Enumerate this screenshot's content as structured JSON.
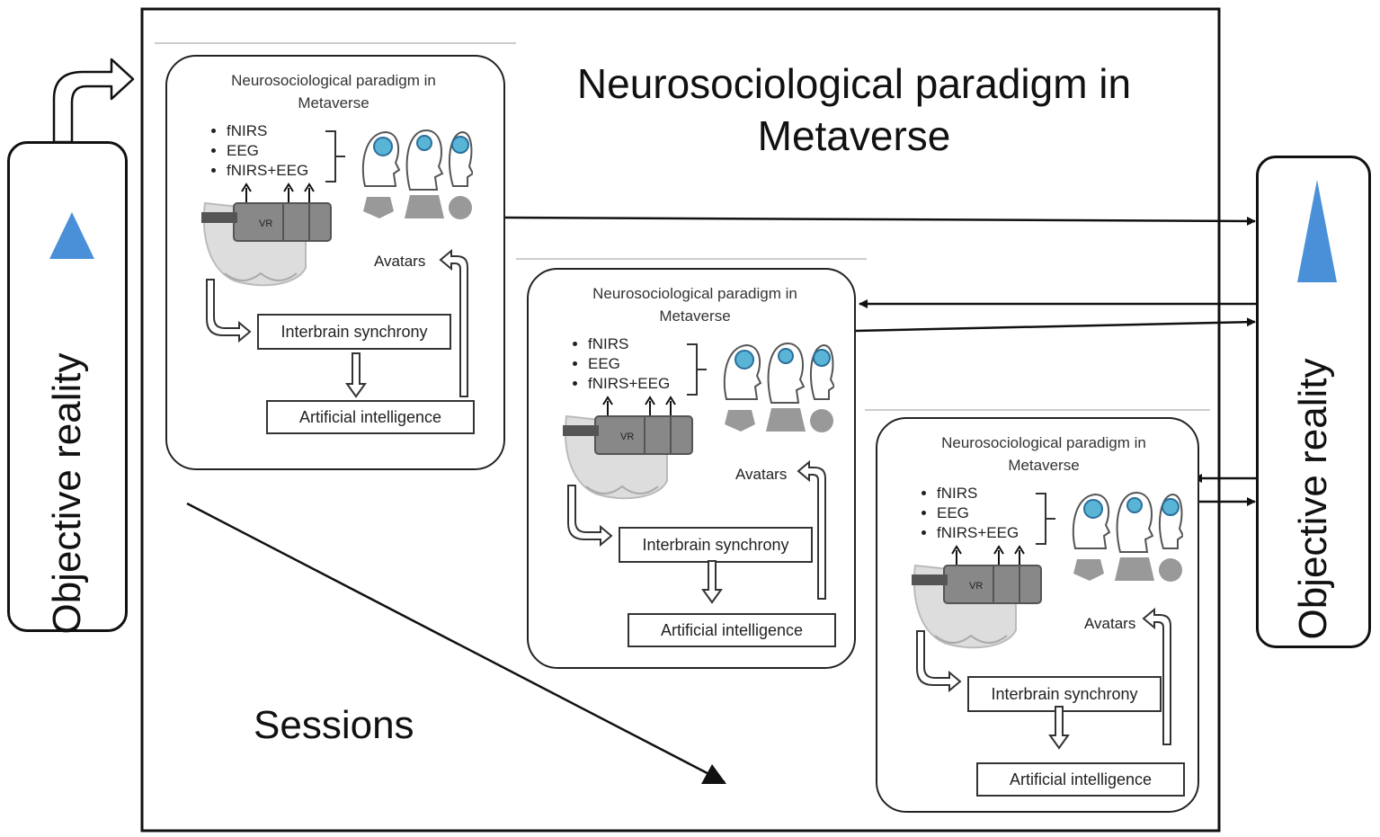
{
  "diagram": {
    "main_title": "Neurosociological paradigm in Metaverse",
    "sessions_label": "Sessions",
    "left_side_label": "Objective reality",
    "right_side_label": "Objective reality",
    "triangle_color": "#4a90d9",
    "panels": [
      {
        "title": "Neurosociological paradigm in Metaverse",
        "methods": [
          "fNIRS",
          "EEG",
          "fNIRS+EEG"
        ],
        "headset_label": "VR",
        "avatars_label": "Avatars",
        "synchrony_label": "Interbrain synchrony",
        "ai_label": "Artificial intelligence"
      },
      {
        "title": "Neurosociological paradigm in Metaverse",
        "methods": [
          "fNIRS",
          "EEG",
          "fNIRS+EEG"
        ],
        "headset_label": "VR",
        "avatars_label": "Avatars",
        "synchrony_label": "Interbrain synchrony",
        "ai_label": "Artificial intelligence"
      },
      {
        "title": "Neurosociological paradigm in Metaverse",
        "methods": [
          "fNIRS",
          "EEG",
          "fNIRS+EEG"
        ],
        "headset_label": "VR",
        "avatars_label": "Avatars",
        "synchrony_label": "Interbrain synchrony",
        "ai_label": "Artificial intelligence"
      }
    ]
  }
}
